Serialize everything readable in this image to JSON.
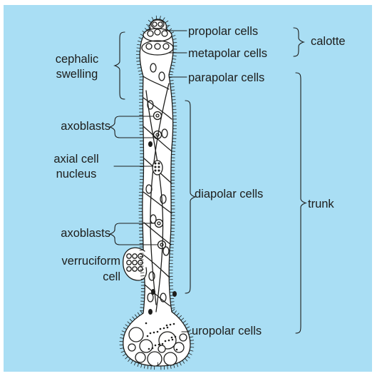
{
  "labels": {
    "propolar": "propolar cells",
    "metapolar": "metapolar cells",
    "calotte": "calotte",
    "cephalic_line1": "cephalic",
    "cephalic_line2": "swelling",
    "parapolar": "parapolar cells",
    "axoblasts_upper": "axoblasts",
    "axial_line1": "axial cell",
    "axial_line2": "nucleus",
    "diapolar": "diapolar cells",
    "trunk": "trunk",
    "axoblasts_lower": "axoblasts",
    "verruciform_line1": "verruciform",
    "verruciform_line2": "cell",
    "uropolar": "uropolar cells"
  },
  "colors": {
    "background": "#a9def4",
    "ink": "#1d1d1b",
    "cell_fill": "#ffffff"
  }
}
